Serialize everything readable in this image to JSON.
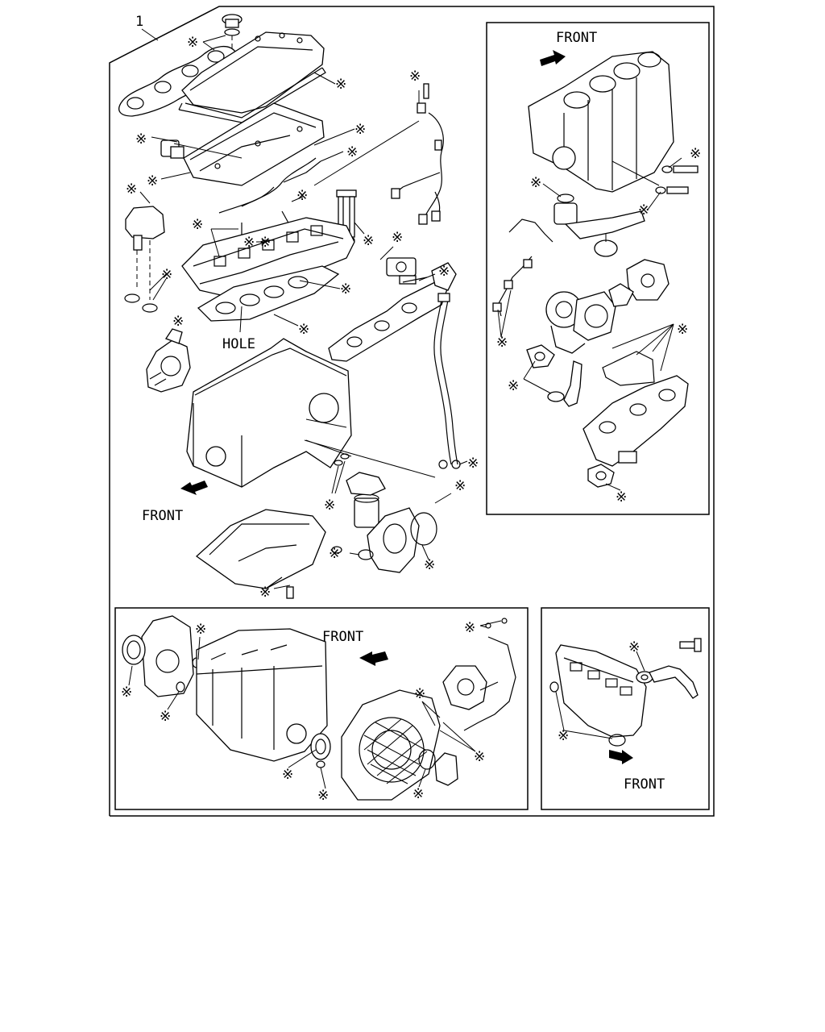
{
  "callout_number": "1",
  "marker_symbol": "※",
  "labels": {
    "front_main": "FRONT",
    "front_inset_top": "FRONT",
    "front_inset_bottom_left": "FRONT",
    "front_inset_bottom_right": "FRONT",
    "hole": "HOLE"
  },
  "icons": {
    "front_arrow": "arrow-icon",
    "marker": "asterisk-reference-icon"
  }
}
